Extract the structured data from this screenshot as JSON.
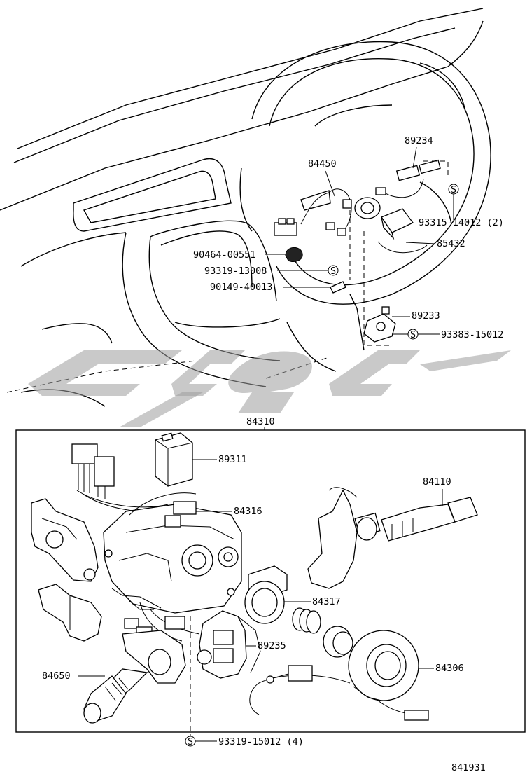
{
  "figure_code": "841931",
  "labels": {
    "p89234": "89234",
    "p84450": "84450",
    "p93315": "93315-14012 (2)",
    "p85432": "85432",
    "p90464": "90464-00551",
    "p93319a": "93319-13008",
    "p90149": "90149-40013",
    "p89233": "89233",
    "p93383": "93383-15012",
    "p84310": "84310",
    "p89311": "89311",
    "p84316": "84316",
    "p84110": "84110",
    "p84317": "84317",
    "p89235": "89235",
    "p84306": "84306",
    "p84650": "84650",
    "p93319b": "93319-15012 (4)"
  },
  "symbols": {
    "screw_mark": "S"
  },
  "icons": [
    "steering-wheel",
    "dashboard",
    "combination-switch",
    "spiral-cable",
    "wiper-switch",
    "turn-signal-switch"
  ]
}
